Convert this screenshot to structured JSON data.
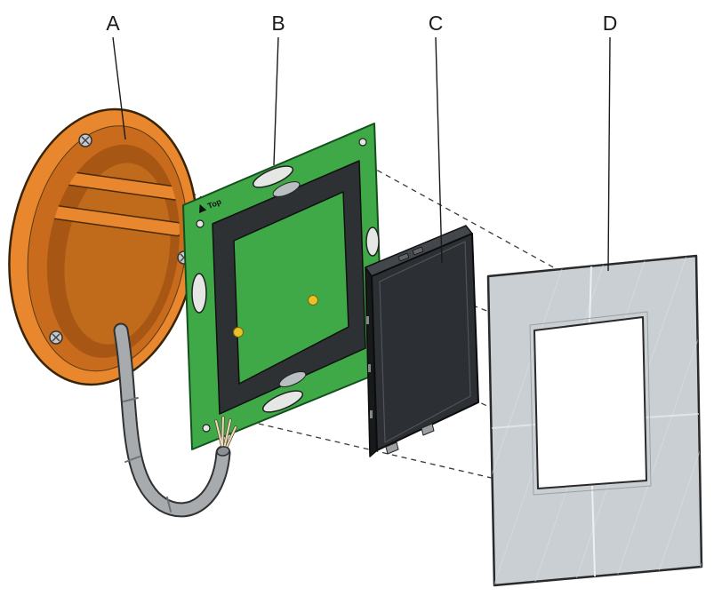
{
  "figure": {
    "type": "exploded-assembly-diagram",
    "labels": {
      "a": "A",
      "b": "B",
      "c": "C",
      "d": "D"
    },
    "plate_marking": "Top"
  },
  "colors": {
    "background": "#FFFFFF",
    "outline": "#1A1A1A",
    "box_orange": "#E8872E",
    "box_rim_dark": "#C96B1C",
    "box_cavity": "#A85614",
    "box_cavity_light": "#C06A1C",
    "plate_green": "#3FA948",
    "frame_black": "#2E3134",
    "module_front": "#2C2F33",
    "module_top": "#43474B",
    "module_side": "#17191B",
    "cover_gray": "#C9CFD3",
    "opening_white": "#FFFFFF",
    "cable_gray": "#A7ABAD",
    "cable_outline": "#2F3133",
    "dot_yellow": "#E8C229",
    "screw_gray": "#C7C9CB"
  }
}
